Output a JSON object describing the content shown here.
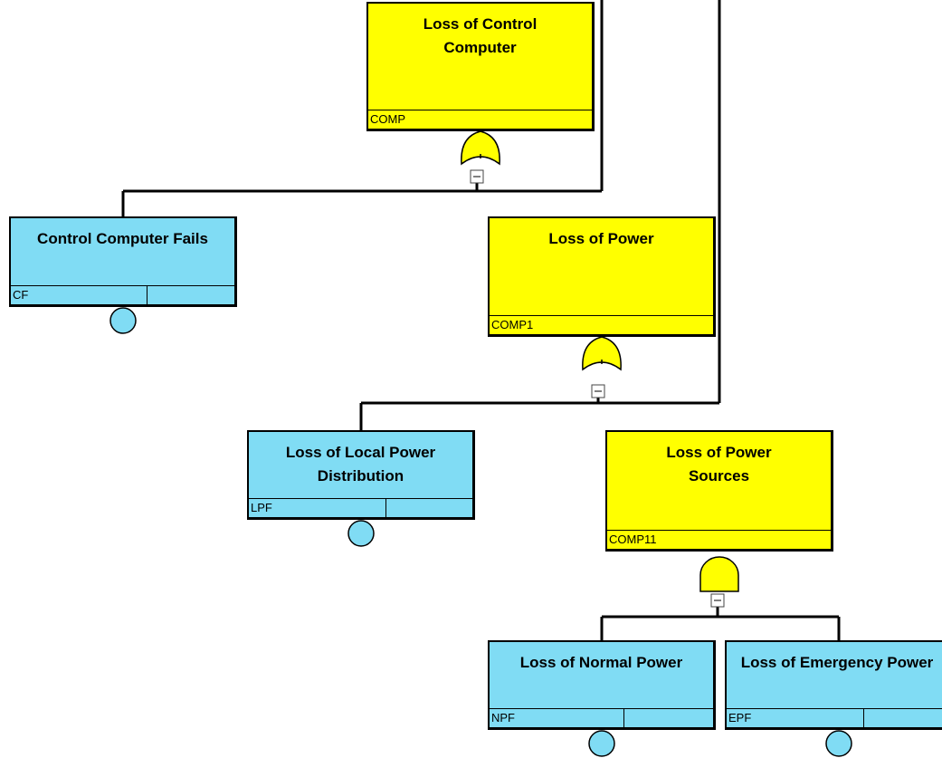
{
  "diagram": {
    "colors": {
      "gate_event": "#ffff00",
      "basic_event": "#80dcf4",
      "line": "#000000"
    },
    "nodes": {
      "comp": {
        "label": "Loss of Control Computer",
        "id": "COMP",
        "kind": "gate-event",
        "gate": "or"
      },
      "cf": {
        "label": "Control Computer Fails",
        "id": "CF",
        "kind": "basic-event"
      },
      "comp1": {
        "label": "Loss of Power",
        "id": "COMP1",
        "kind": "gate-event",
        "gate": "or"
      },
      "lpf": {
        "label": "Loss of Local Power Distribution",
        "id": "LPF",
        "kind": "basic-event"
      },
      "comp11": {
        "label": "Loss of Power Sources",
        "id": "COMP11",
        "kind": "gate-event",
        "gate": "and"
      },
      "npf": {
        "label": "Loss of Normal Power",
        "id": "NPF",
        "kind": "basic-event"
      },
      "epf": {
        "label": "Loss of Emergency Power",
        "id": "EPF",
        "kind": "basic-event"
      }
    },
    "edges": [
      {
        "from": "comp",
        "to": [
          "cf",
          "comp1"
        ]
      },
      {
        "from": "comp1",
        "to": [
          "lpf",
          "comp11"
        ]
      },
      {
        "from": "comp11",
        "to": [
          "npf",
          "epf"
        ]
      }
    ],
    "collapse_symbol": "−"
  }
}
